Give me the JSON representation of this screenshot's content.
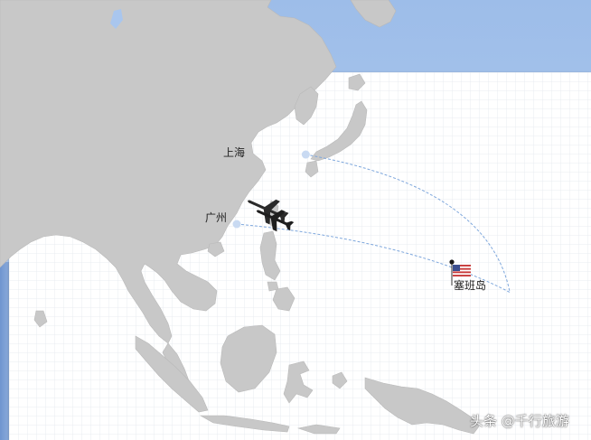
{
  "map": {
    "cities": [
      {
        "name": "上海",
        "lon": 121.47,
        "lat": 31.23
      },
      {
        "name": "广州",
        "lon": 113.26,
        "lat": 23.13
      },
      {
        "name": "塞班岛",
        "lon": 145.75,
        "lat": 15.18
      }
    ],
    "routes": [
      {
        "from": "上海",
        "to": "塞班岛"
      },
      {
        "from": "广州",
        "to": "塞班岛"
      }
    ],
    "destination_marker": "us-flag-icon",
    "vehicle_icon": "airplane-icon",
    "colors": {
      "land": "#c8c8c8",
      "sea_panel": "#ffffff",
      "grid": "#e6e8ee",
      "sky": "#a4c2ea",
      "route": "#7ea7dc",
      "city_dot": "#c9daf2",
      "plane": "#2a2a2a"
    }
  },
  "watermark": "头条 @千行旅游"
}
